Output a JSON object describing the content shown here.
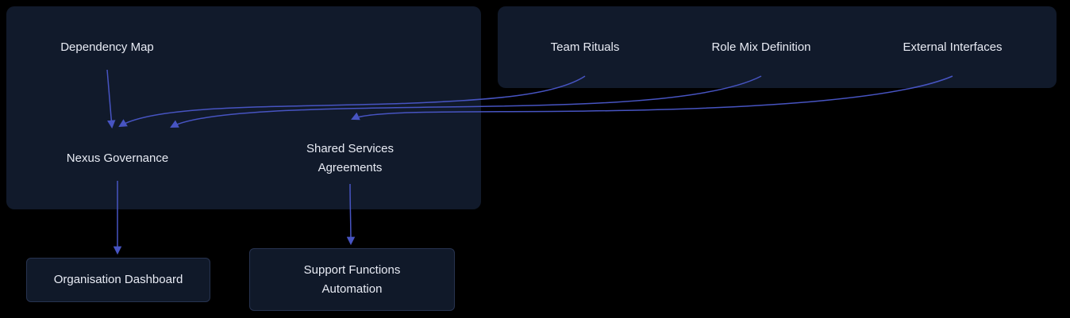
{
  "diagram": {
    "type": "flowchart",
    "groups": [
      {
        "id": "group-left",
        "nodes": [
          "Dependency Map",
          "Nexus Governance",
          "Shared Services Agreements"
        ]
      },
      {
        "id": "group-right",
        "nodes": [
          "Team Rituals",
          "Role Mix Definition",
          "External Interfaces"
        ]
      }
    ],
    "nodes": {
      "dependency_map": {
        "label": "Dependency Map"
      },
      "team_rituals": {
        "label": "Team Rituals"
      },
      "role_mix_definition": {
        "label": "Role Mix Definition"
      },
      "external_interfaces": {
        "label": "External Interfaces"
      },
      "nexus_governance": {
        "label": "Nexus Governance"
      },
      "shared_services_agreements": {
        "label": "Shared Services Agreements"
      },
      "organisation_dashboard": {
        "label": "Organisation Dashboard"
      },
      "support_functions_automation": {
        "label": "Support Functions Automation"
      }
    },
    "edges": [
      {
        "from": "Dependency Map",
        "to": "Nexus Governance"
      },
      {
        "from": "Team Rituals",
        "to": "Nexus Governance"
      },
      {
        "from": "Role Mix Definition",
        "to": "Nexus Governance"
      },
      {
        "from": "External Interfaces",
        "to": "Shared Services Agreements"
      },
      {
        "from": "Nexus Governance",
        "to": "Organisation Dashboard"
      },
      {
        "from": "Shared Services Agreements",
        "to": "Support Functions Automation"
      }
    ],
    "colors": {
      "background": "#000000",
      "group_fill": "#111a2b",
      "node_fill": "#101929",
      "edge": "#4754c2",
      "text": "#e8ebf4"
    }
  }
}
